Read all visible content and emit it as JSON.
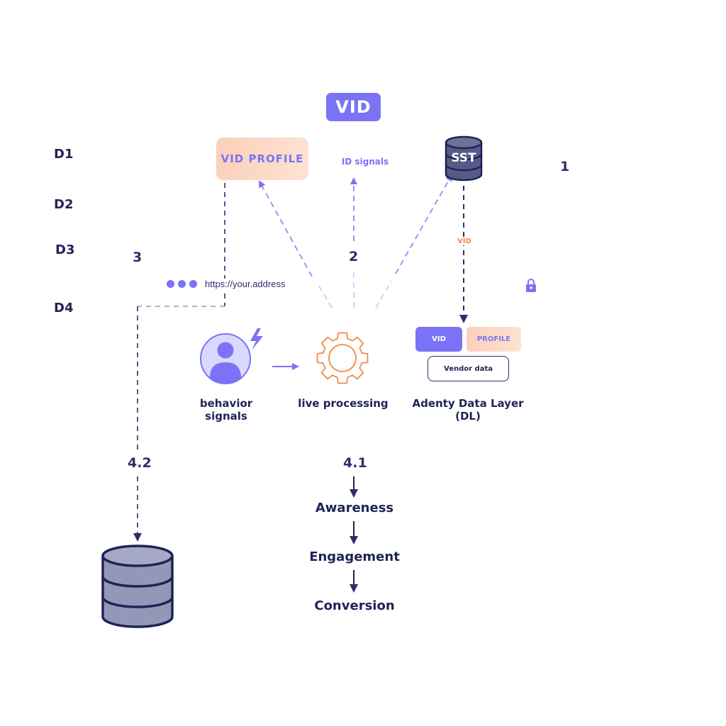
{
  "header": {
    "title": "VID"
  },
  "rows": {
    "d1": "D1",
    "d2": "D2",
    "d3": "D3",
    "d4": "D4"
  },
  "steps": {
    "s1": "1",
    "s2": "2",
    "s3": "3",
    "s41": "4.1",
    "s42": "4.2"
  },
  "nodes": {
    "vid_profile": "VID PROFILE",
    "id_signals": "ID signals",
    "sst": "SST",
    "vid_flow": "VID",
    "url": "https://your.address",
    "behavior": "behavior signals",
    "processing": "live processing",
    "data_layer": "Adenty Data Layer (DL)"
  },
  "data_layer": {
    "vid": "VID",
    "profile": "PROFILE",
    "vendor": "Vendor data"
  },
  "funnel": [
    "Awareness",
    "Engagement",
    "Conversion"
  ],
  "colors": {
    "accent": "#7b73f5",
    "navy": "#2a2f6b",
    "orange": "#ef8a4a",
    "peach": "#fbcfb8",
    "db_fill": "#9498b8"
  },
  "icons": [
    "sst-database-icon",
    "user-avatar-icon",
    "lightning-icon",
    "gear-icon",
    "lock-icon",
    "database-icon",
    "dots-icon"
  ]
}
